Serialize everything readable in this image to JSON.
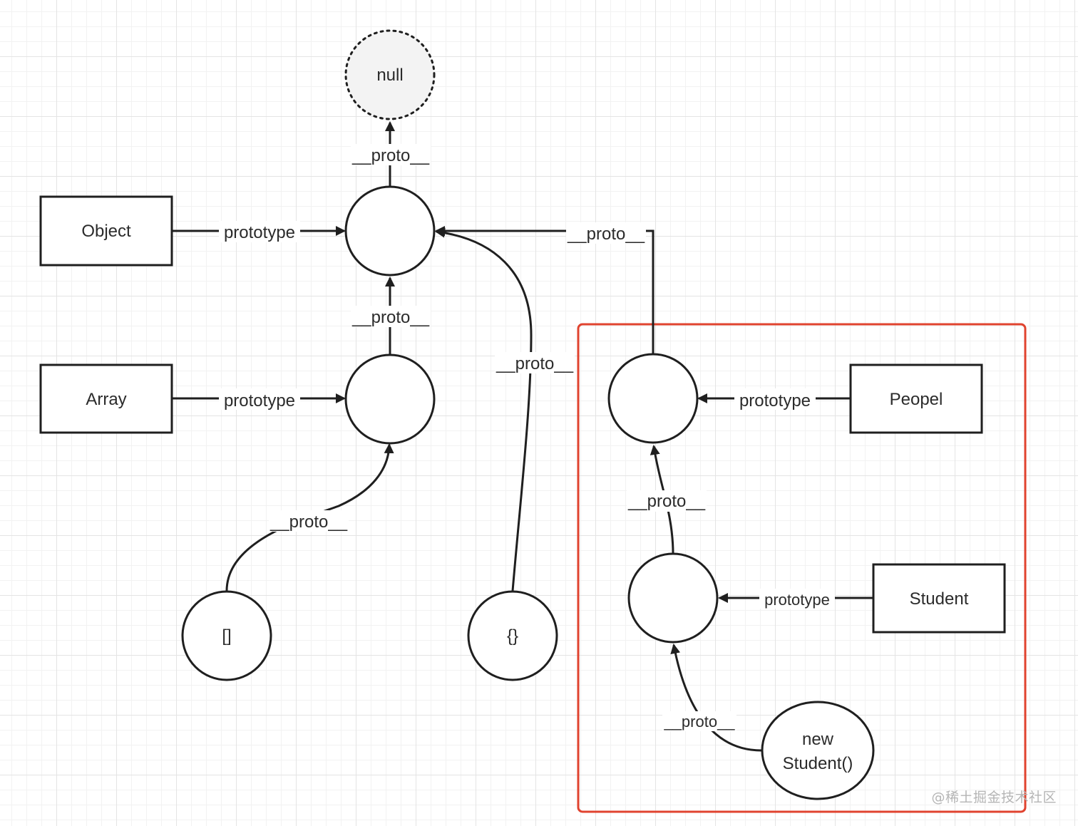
{
  "nodes": {
    "null": "null",
    "object": "Object",
    "array": "Array",
    "array_literal": "[]",
    "object_literal": "{}",
    "peopel": "Peopel",
    "student": "Student",
    "new_student_line1": "new",
    "new_student_line2": "Student()"
  },
  "edges": {
    "proto_obj_to_null": "__proto__",
    "proto_arr_to_obj": "__proto__",
    "proto_emptyarr_to_arr": "__proto__",
    "proto_emptyobj_to_obj": "__proto__",
    "proto_peopel_to_obj": "__proto__",
    "proto_student_to_peopel": "__proto__",
    "proto_newstudent_to_student": "__proto__",
    "prototype_object": "prototype",
    "prototype_array": "prototype",
    "prototype_peopel": "prototype",
    "prototype_student": "prototype"
  },
  "colors": {
    "stroke": "#1f1f1f",
    "highlight": "#e0432f",
    "null_fill": "#f3f3f3"
  },
  "watermark": "@稀土掘金技术社区"
}
